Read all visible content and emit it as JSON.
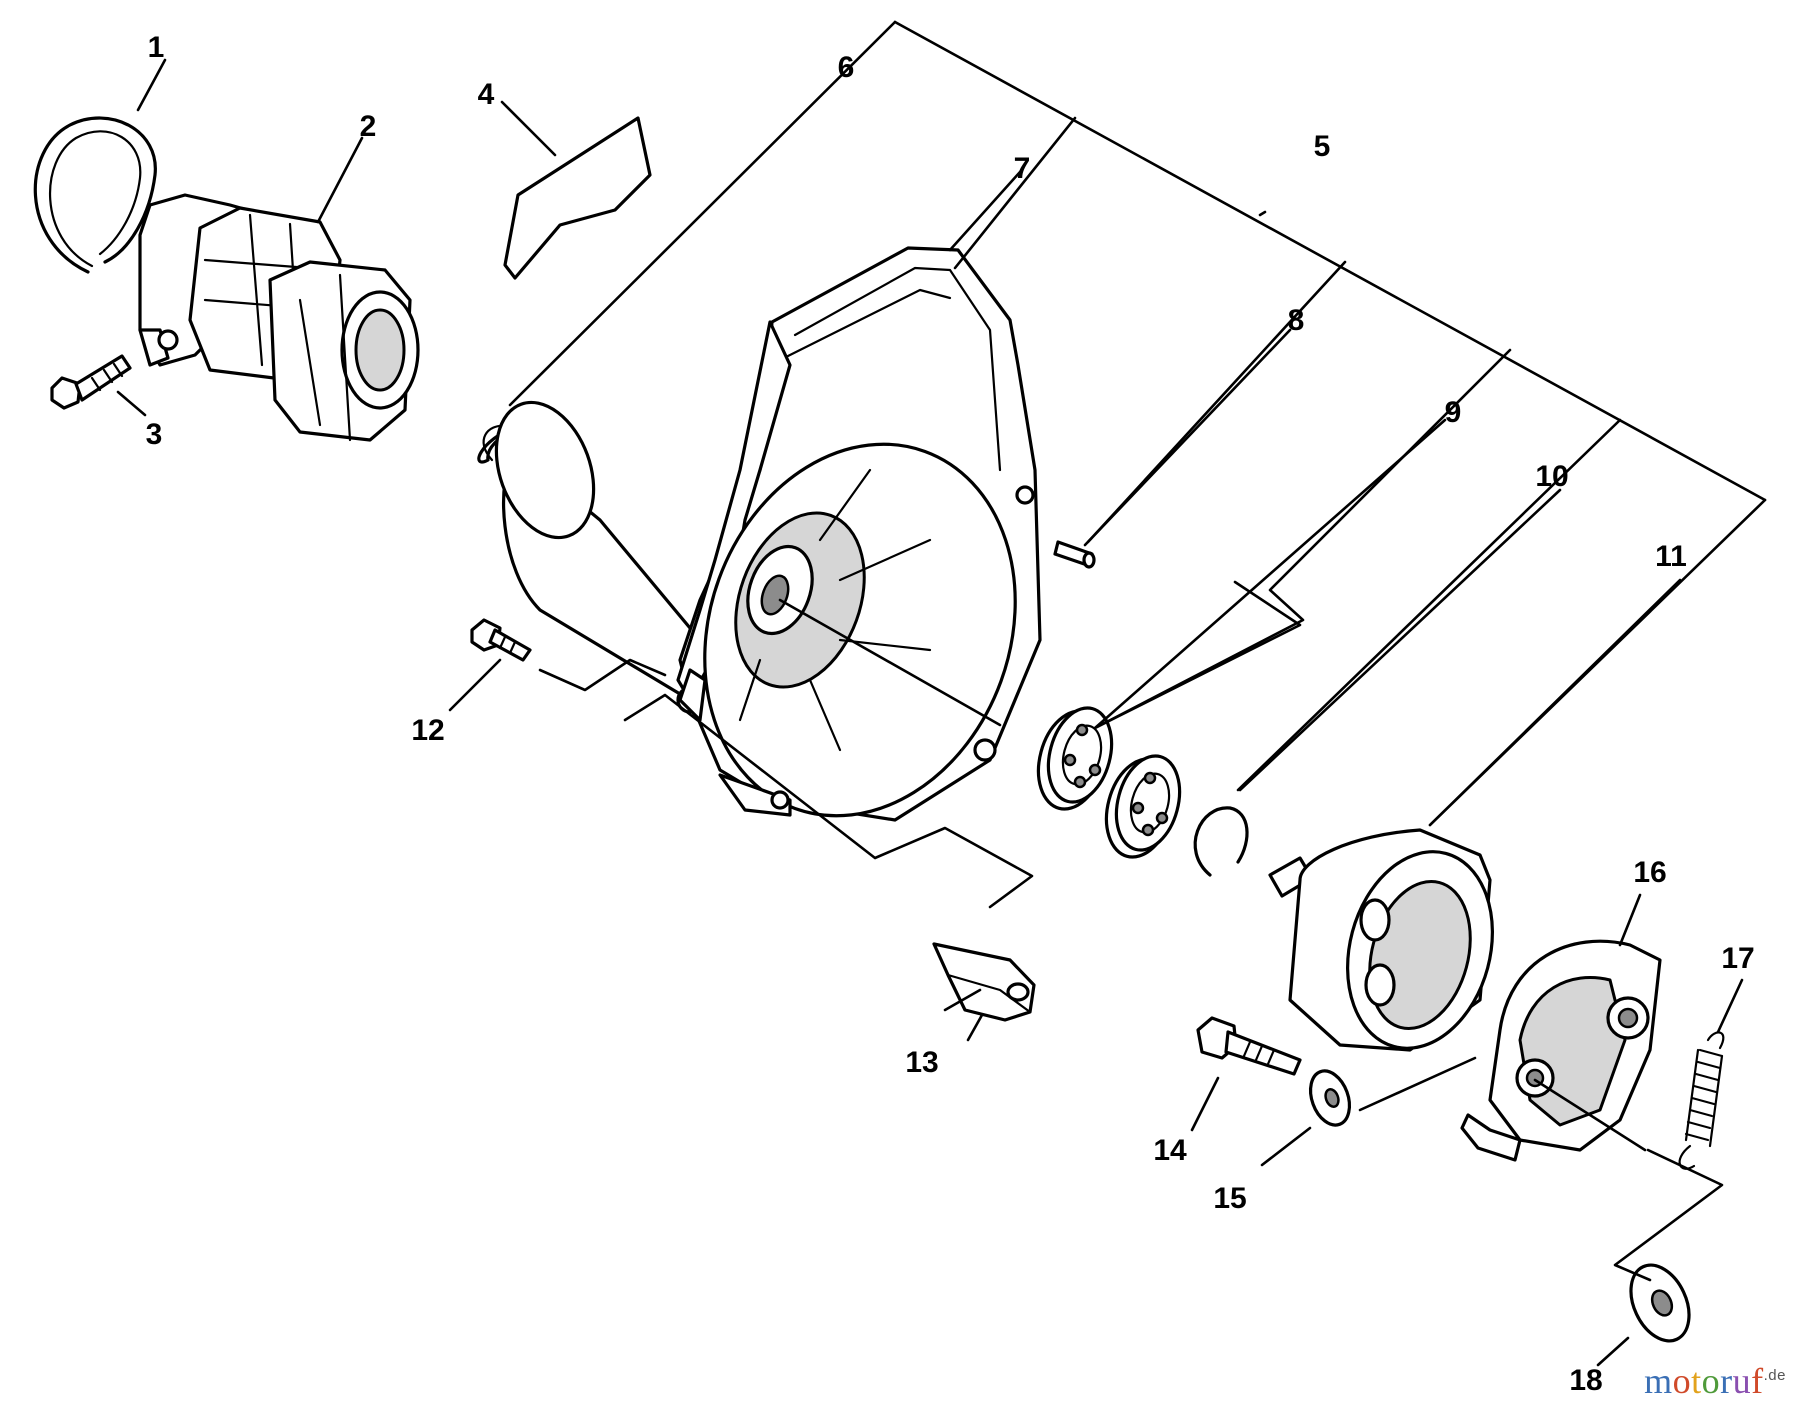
{
  "callouts": [
    {
      "id": "1",
      "label": "1"
    },
    {
      "id": "2",
      "label": "2"
    },
    {
      "id": "3",
      "label": "3"
    },
    {
      "id": "4",
      "label": "4"
    },
    {
      "id": "5",
      "label": "5"
    },
    {
      "id": "6",
      "label": "6"
    },
    {
      "id": "7",
      "label": "7"
    },
    {
      "id": "8",
      "label": "8"
    },
    {
      "id": "9",
      "label": "9"
    },
    {
      "id": "10",
      "label": "10"
    },
    {
      "id": "11",
      "label": "11"
    },
    {
      "id": "12",
      "label": "12"
    },
    {
      "id": "13",
      "label": "13"
    },
    {
      "id": "14",
      "label": "14"
    },
    {
      "id": "15",
      "label": "15"
    },
    {
      "id": "16",
      "label": "16"
    },
    {
      "id": "17",
      "label": "17"
    },
    {
      "id": "18",
      "label": "18"
    }
  ],
  "watermark": {
    "letters": [
      "m",
      "o",
      "t",
      "o",
      "r",
      "u",
      "f"
    ],
    "letter_colors": [
      "#3a6fb5",
      "#d04a2a",
      "#e2a21c",
      "#4f9a3a",
      "#3a6fb5",
      "#8a4fb0",
      "#d04a2a"
    ],
    "suffix": ".de"
  }
}
